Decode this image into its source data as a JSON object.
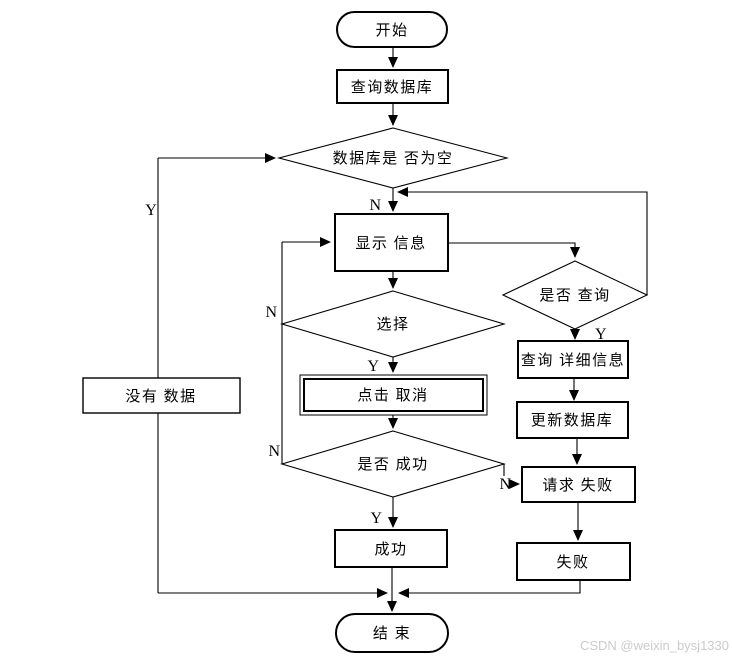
{
  "nodes": {
    "start": "开始",
    "query_db": "查询数据库",
    "db_empty": "数据库是 否为空",
    "show_info": "显示 信息",
    "select": "选择",
    "click_cancel": "点击 取消",
    "success_check": "是否 成功",
    "success": "成功",
    "no_data": "没有 数据",
    "query_check": "是否 查询",
    "query_detail": "查询 详细信息",
    "update_db": "更新数据库",
    "request_fail": "请求 失败",
    "fail": "失败",
    "end": "结 束"
  },
  "edge_labels": {
    "db_empty_no": "N",
    "db_empty_yes": "Y",
    "select_no": "N",
    "select_yes": "Y",
    "success_check_no_left": "N",
    "success_check_no_right": "N",
    "success_check_yes": "Y",
    "query_check_yes": "Y"
  },
  "watermark": {
    "text": "CSDN @weixin_bysj1330"
  },
  "colors": {
    "stroke": "#000000",
    "node_fill": "#ffffff",
    "background": "#ffffff",
    "watermark": "#cbcbcb"
  }
}
